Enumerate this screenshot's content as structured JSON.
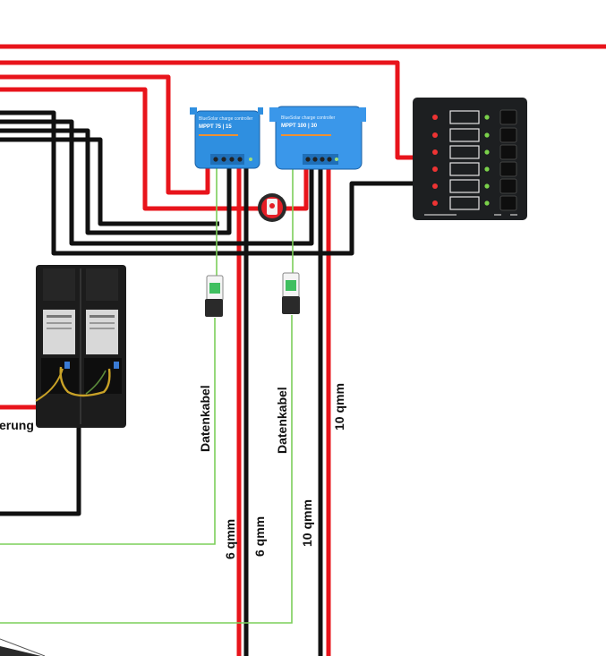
{
  "colors": {
    "positive_wire": "#e8141b",
    "negative_wire": "#111111",
    "data_cable": "#7ccf5a",
    "controller_blue": "#2f8fe0",
    "panel_dark": "#1d1f21"
  },
  "labels": {
    "data_cable_1": "Datenkabel",
    "data_cable_2": "Datenkabel",
    "wire_6qmm_red": "6 qmm",
    "wire_6qmm_black": "6 qmm",
    "wire_10qmm_black": "10 qmm",
    "wire_10qmm_red": "10 qmm",
    "fuse_partial": "erung"
  },
  "controllers": {
    "small": {
      "title": "BlueSolar charge controller",
      "model": "MPPT 75 | 15"
    },
    "large": {
      "title": "BlueSolar charge controller",
      "model": "MPPT 100 | 30"
    }
  },
  "icons": {
    "switch_panel": "switch-panel-icon",
    "battery_switch": "battery-switch-icon",
    "bluetooth_dongle": "bluetooth-dongle-icon",
    "battery_pack": "battery-pack-icon"
  }
}
